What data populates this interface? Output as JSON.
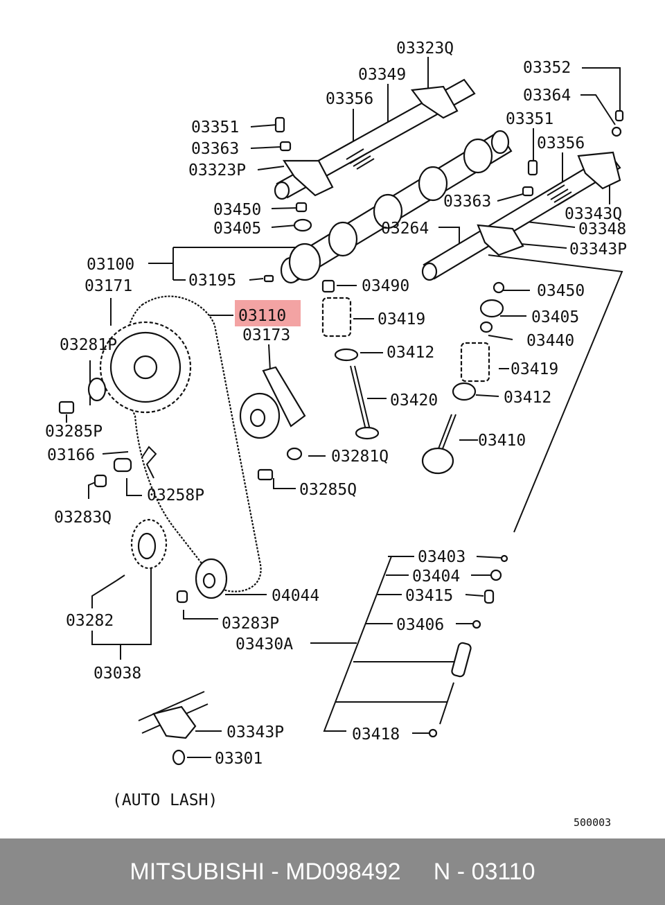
{
  "labels": {
    "l03323Q": "03323Q",
    "l03349": "03349",
    "l03356a": "03356",
    "l03351a": "03351",
    "l03363a": "03363",
    "l03323P": "03323P",
    "l03450a": "03450",
    "l03405a": "03405",
    "l03100": "03100",
    "l03195": "03195",
    "l03171": "03171",
    "l03352": "03352",
    "l03364": "03364",
    "l03351b": "03351",
    "l03356b": "03356",
    "l03363b": "03363",
    "l03343Qa": "03343Q",
    "l03264": "03264",
    "l03348": "03348",
    "l03343Pa": "03343P",
    "l03490": "03490",
    "l03110": "03110",
    "l03173": "03173",
    "l03419a": "03419",
    "l03412a": "03412",
    "l03450b": "03450",
    "l03405b": "03405",
    "l03440": "03440",
    "l03419b": "03419",
    "l03412b": "03412",
    "l03281P": "03281P",
    "l03285P": "03285P",
    "l03166": "03166",
    "l03420": "03420",
    "l03281Q": "03281Q",
    "l03410": "03410",
    "l03258P": "03258P",
    "l03285Q": "03285Q",
    "l03283Q": "03283Q",
    "l03403": "03403",
    "l03404": "03404",
    "l04044": "04044",
    "l03415": "03415",
    "l03282": "03282",
    "l03283P": "03283P",
    "l03406": "03406",
    "l03430A": "03430A",
    "l03038": "03038",
    "l03418": "03418",
    "l03343Pb": "03343P",
    "l03301": "03301",
    "autolash": "(AUTO  LASH)",
    "diagram_code": "500003"
  },
  "footer": {
    "brand": "MITSUBISHI",
    "sep1": " - ",
    "part_number": "MD098492",
    "gap": "     ",
    "n_prefix": "N",
    "sep2": " - ",
    "ref": "03110"
  },
  "highlight_color": "#f3a3a3",
  "footer_color": "#8a8a8a"
}
